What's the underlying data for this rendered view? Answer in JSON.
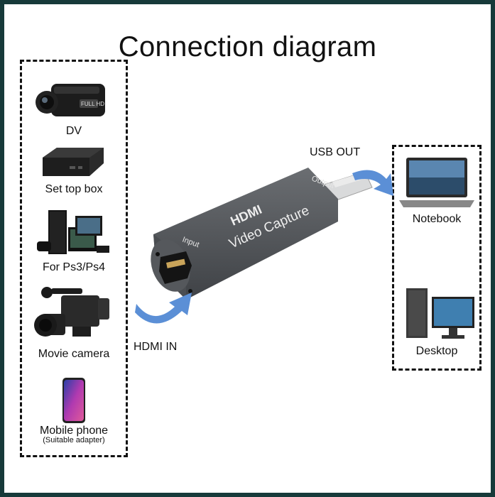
{
  "title": "Connection diagram",
  "sources": [
    {
      "label": "DV",
      "icon": "camcorder-icon"
    },
    {
      "label": "Set top box",
      "icon": "set-top-box-icon"
    },
    {
      "label": "For Ps3/Ps4",
      "icon": "game-console-icon"
    },
    {
      "label": "Movie camera",
      "icon": "movie-camera-icon"
    },
    {
      "label": "Mobile phone",
      "sublabel": "(Suitable adapter)",
      "icon": "mobile-phone-icon"
    }
  ],
  "outputs": [
    {
      "label": "Notebook",
      "icon": "laptop-icon"
    },
    {
      "label": "Desktop",
      "icon": "desktop-pc-icon"
    }
  ],
  "device": {
    "brand": "HDMI",
    "name": "Video Capture",
    "input_label": "Input",
    "output_label": "Output",
    "icon": "hdmi-capture-dongle-icon"
  },
  "annotations": {
    "usb_out": "USB OUT",
    "hdmi_in": "HDMI IN"
  },
  "colors": {
    "arrow": "#5b8fd6",
    "device_body": "#56595d",
    "frame": "#173a3a"
  }
}
